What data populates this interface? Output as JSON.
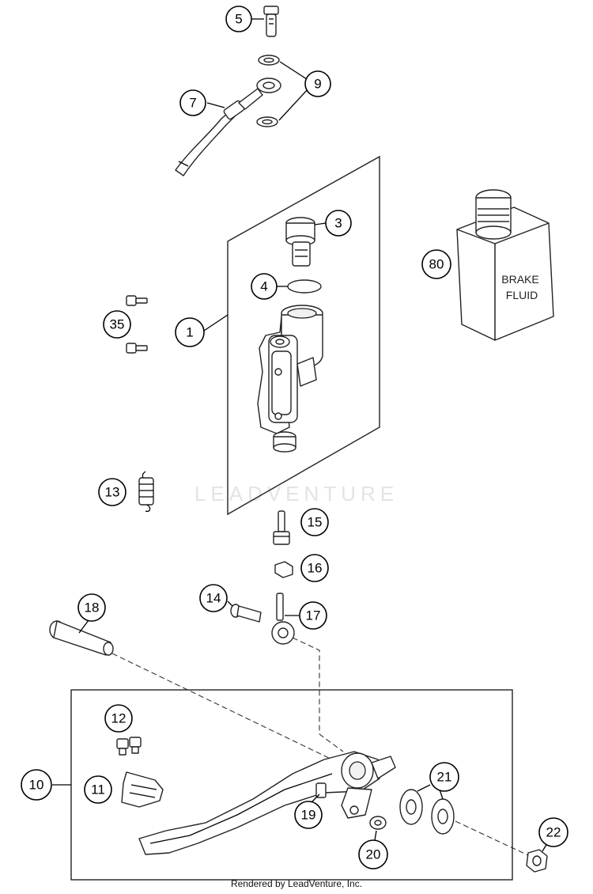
{
  "watermark": "LEADVENTURE",
  "footer": "Rendered by LeadVenture, Inc.",
  "bottle_label": [
    "BRAKE",
    "FLUID"
  ],
  "callouts": [
    "5",
    "9",
    "7",
    "3",
    "4",
    "1",
    "35",
    "80",
    "13",
    "15",
    "16",
    "14",
    "17",
    "18",
    "12",
    "10",
    "11",
    "21",
    "19",
    "20",
    "22"
  ]
}
